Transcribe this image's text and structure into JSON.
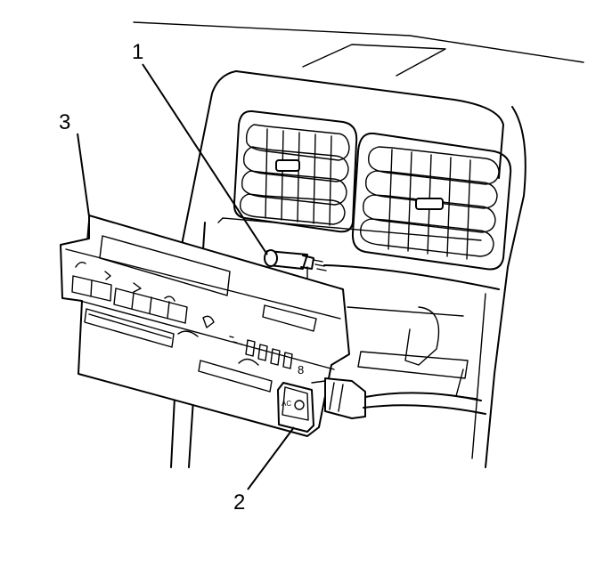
{
  "callouts": {
    "c1": "1",
    "c2": "2",
    "c3": "3"
  },
  "panel": {
    "button_label": "AC"
  },
  "icons": [
    "dashboard-vents",
    "hvac-control-panel",
    "ambient-temperature-sensor",
    "ac-switch",
    "wire-harness-connector"
  ]
}
